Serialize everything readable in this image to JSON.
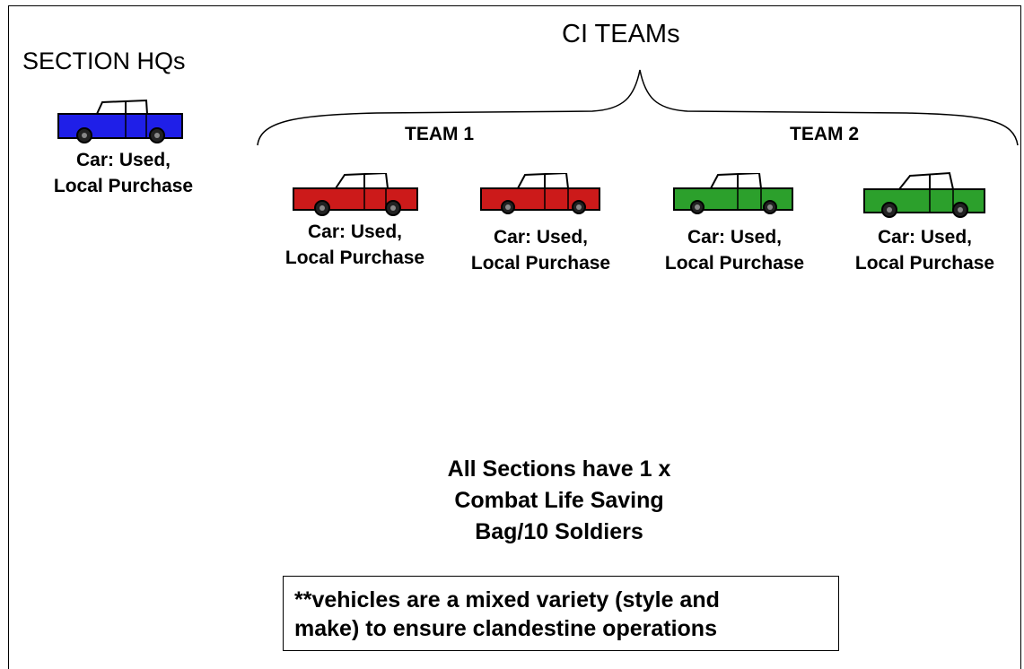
{
  "title": "CI TEAMs",
  "section_hq": {
    "heading": "SECTION HQs",
    "vehicle": {
      "label_line1": "Car: Used,",
      "label_line2": "Local Purchase",
      "color": "#1f1fe8"
    }
  },
  "teams": [
    {
      "label": "TEAM 1",
      "vehicles": [
        {
          "label_line1": "Car: Used,",
          "label_line2": "Local Purchase",
          "color": "#cc1a1a"
        },
        {
          "label_line1": "Car: Used,",
          "label_line2": "Local Purchase",
          "color": "#cc1a1a"
        }
      ]
    },
    {
      "label": "TEAM 2",
      "vehicles": [
        {
          "label_line1": "Car: Used,",
          "label_line2": "Local Purchase",
          "color": "#2ca02c"
        },
        {
          "label_line1": "Car: Used,",
          "label_line2": "Local Purchase",
          "color": "#2ca02c"
        }
      ]
    }
  ],
  "note_lines": [
    "All Sections have 1 x",
    "Combat Life Saving",
    "Bag/10 Soldiers"
  ],
  "footnote_lines": [
    "**vehicles are a mixed variety (style and",
    "make) to ensure clandestine operations"
  ]
}
